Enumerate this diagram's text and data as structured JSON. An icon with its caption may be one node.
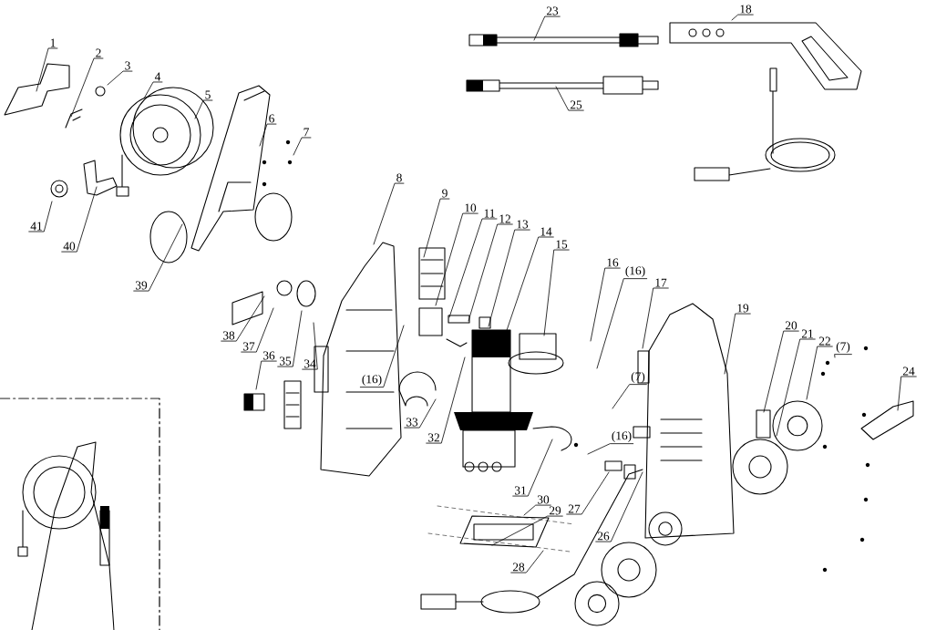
{
  "diagram": {
    "nodes": [
      {
        "text": [
          "1"
        ]
      },
      {
        "text": [
          "2"
        ]
      },
      {
        "text": [
          "3"
        ]
      },
      {
        "text": [
          "4"
        ]
      },
      {
        "text": [
          "5"
        ]
      },
      {
        "text": [
          "6"
        ]
      },
      {
        "text": [
          "7"
        ]
      },
      {
        "text": [
          "23"
        ]
      },
      {
        "text": [
          "18"
        ]
      },
      {
        "text": [
          "25"
        ]
      },
      {
        "text": [
          "41"
        ]
      },
      {
        "text": [
          "40"
        ]
      },
      {
        "text": [
          "8"
        ]
      },
      {
        "text": [
          "9"
        ]
      },
      {
        "text": [
          "10"
        ]
      },
      {
        "text": [
          "11"
        ]
      },
      {
        "text": [
          "12"
        ]
      },
      {
        "text": [
          "13"
        ]
      },
      {
        "text": [
          "14"
        ]
      },
      {
        "text": [
          "15"
        ]
      },
      {
        "text": [
          "16"
        ]
      },
      {
        "text": [
          "(16)"
        ]
      },
      {
        "text": [
          "17"
        ]
      },
      {
        "text": [
          "39"
        ]
      },
      {
        "text": [
          "19"
        ]
      },
      {
        "text": [
          "20"
        ]
      },
      {
        "text": [
          "21"
        ]
      },
      {
        "text": [
          "22"
        ]
      },
      {
        "text": [
          "(7)"
        ]
      },
      {
        "text": [
          "38"
        ]
      },
      {
        "text": [
          "37"
        ]
      },
      {
        "text": [
          "36"
        ]
      },
      {
        "text": [
          "35"
        ]
      },
      {
        "text": [
          "34"
        ]
      },
      {
        "text": [
          "24"
        ]
      },
      {
        "text": [
          "(16)"
        ]
      },
      {
        "text": [
          "(7)"
        ]
      },
      {
        "text": [
          "33"
        ]
      },
      {
        "text": [
          "(16)"
        ]
      },
      {
        "text": [
          "32"
        ]
      },
      {
        "text": [
          "31"
        ]
      },
      {
        "text": [
          "30"
        ]
      },
      {
        "text": [
          "29"
        ]
      },
      {
        "text": [
          "27"
        ]
      },
      {
        "text": [
          "26"
        ]
      },
      {
        "text": [
          "28"
        ]
      }
    ],
    "edges": [
      {
        "from": 0,
        "to": null,
        "arrow": "none"
      },
      {
        "from": 1,
        "to": null,
        "arrow": "none"
      },
      {
        "from": 2,
        "to": null,
        "arrow": "none"
      },
      {
        "from": 3,
        "to": null,
        "arrow": "none"
      },
      {
        "from": 4,
        "to": null,
        "arrow": "none"
      },
      {
        "from": 5,
        "to": null,
        "arrow": "none"
      },
      {
        "from": 6,
        "to": null,
        "arrow": "none"
      },
      {
        "from": 7,
        "to": null,
        "arrow": "none"
      },
      {
        "from": 8,
        "to": null,
        "arrow": "none"
      },
      {
        "from": 9,
        "to": null,
        "arrow": "none"
      },
      {
        "from": 10,
        "to": null,
        "arrow": "none"
      },
      {
        "from": 11,
        "to": null,
        "arrow": "none"
      },
      {
        "from": 12,
        "to": null,
        "arrow": "none"
      },
      {
        "from": 13,
        "to": null,
        "arrow": "none"
      },
      {
        "from": 14,
        "to": null,
        "arrow": "none"
      },
      {
        "from": 15,
        "to": null,
        "arrow": "none"
      },
      {
        "from": 16,
        "to": null,
        "arrow": "none"
      },
      {
        "from": 17,
        "to": null,
        "arrow": "none"
      },
      {
        "from": 18,
        "to": null,
        "arrow": "none"
      },
      {
        "from": 19,
        "to": null,
        "arrow": "none"
      },
      {
        "from": 20,
        "to": null,
        "arrow": "none"
      },
      {
        "from": 21,
        "to": null,
        "arrow": "none"
      },
      {
        "from": 22,
        "to": null,
        "arrow": "none"
      },
      {
        "from": 23,
        "to": null,
        "arrow": "none"
      },
      {
        "from": 24,
        "to": null,
        "arrow": "none"
      },
      {
        "from": 25,
        "to": null,
        "arrow": "none"
      },
      {
        "from": 26,
        "to": null,
        "arrow": "none"
      },
      {
        "from": 27,
        "to": null,
        "arrow": "none"
      },
      {
        "from": 28,
        "to": null,
        "arrow": "none"
      },
      {
        "from": 29,
        "to": null,
        "arrow": "none"
      },
      {
        "from": 30,
        "to": null,
        "arrow": "none"
      },
      {
        "from": 31,
        "to": null,
        "arrow": "none"
      },
      {
        "from": 32,
        "to": null,
        "arrow": "none"
      },
      {
        "from": 33,
        "to": null,
        "arrow": "none"
      },
      {
        "from": 34,
        "to": null,
        "arrow": "none"
      },
      {
        "from": 35,
        "to": null,
        "arrow": "none"
      },
      {
        "from": 36,
        "to": null,
        "arrow": "none"
      },
      {
        "from": 37,
        "to": null,
        "arrow": "none"
      },
      {
        "from": 38,
        "to": null,
        "arrow": "none"
      },
      {
        "from": 39,
        "to": null,
        "arrow": "none"
      },
      {
        "from": 40,
        "to": null,
        "arrow": "none"
      },
      {
        "from": 41,
        "to": null,
        "arrow": "none"
      },
      {
        "from": 42,
        "to": null,
        "arrow": "none"
      },
      {
        "from": 43,
        "to": null,
        "arrow": "none"
      },
      {
        "from": 44,
        "to": null,
        "arrow": "none"
      },
      {
        "from": 45,
        "to": null,
        "arrow": "none"
      }
    ]
  }
}
